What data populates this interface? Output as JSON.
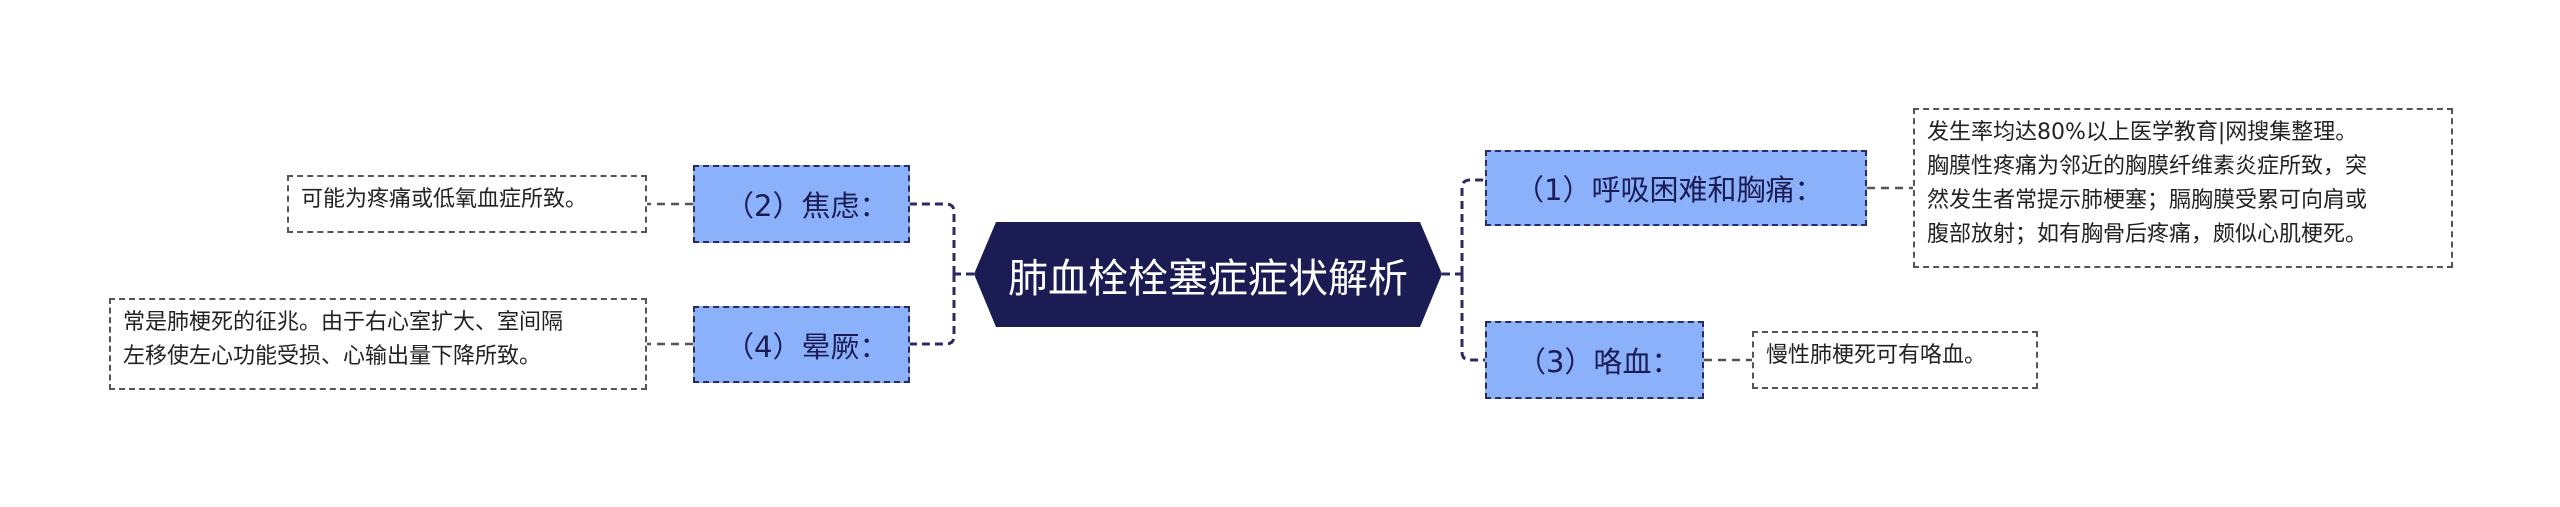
{
  "root": {
    "label": "肺血栓栓塞症症状解析"
  },
  "branches": [
    {
      "label": "（1）呼吸困难和胸痛：",
      "detail": [
        "发生率均达80%以上医学教育|网搜集整理。",
        "胸膜性疼痛为邻近的胸膜纤维素炎症所致，突",
        "然发生者常提示肺梗塞；膈胸膜受累可向肩或",
        "腹部放射；如有胸骨后疼痛，颇似心肌梗死。"
      ]
    },
    {
      "label": "（2）焦虑：",
      "detail": [
        "可能为疼痛或低氧血症所致。"
      ]
    },
    {
      "label": "（3）咯血：",
      "detail": [
        "慢性肺梗死可有咯血。"
      ]
    },
    {
      "label": "（4）晕厥：",
      "detail": [
        "常是肺梗死的征兆。由于右心室扩大、室间隔",
        "左移使左心功能受损、心输出量下降所致。"
      ]
    }
  ],
  "colors": {
    "root_bg": "#1c1c54",
    "branch_bg": "#8cb1fb",
    "line": "#2b2b60"
  }
}
